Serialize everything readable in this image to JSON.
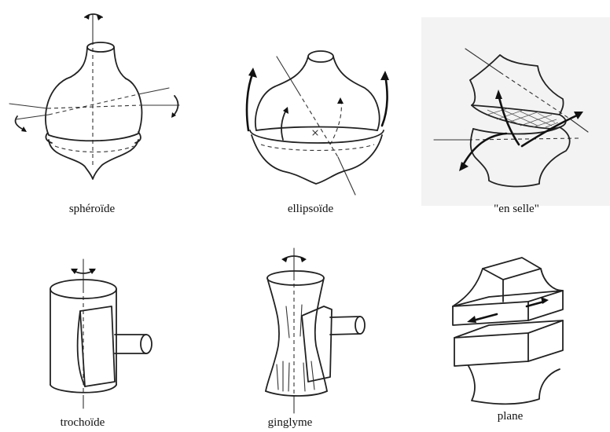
{
  "figure": {
    "panels": [
      {
        "id": "spheroide",
        "caption": "sphéroïde"
      },
      {
        "id": "ellipsoide",
        "caption": "ellipsoïde"
      },
      {
        "id": "en-selle",
        "caption": "\"en selle\""
      },
      {
        "id": "trochoide",
        "caption": "trochoïde"
      },
      {
        "id": "ginglyme",
        "caption": "ginglyme"
      },
      {
        "id": "plane",
        "caption": "plane"
      }
    ]
  }
}
